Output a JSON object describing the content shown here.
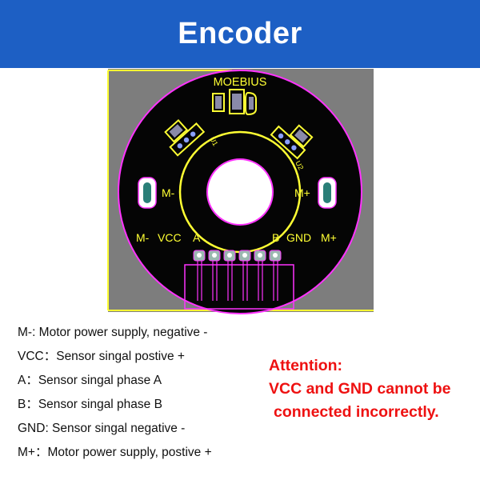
{
  "header": {
    "title": "Encoder"
  },
  "board": {
    "brand": "MOEBIUS",
    "u1": "U1",
    "u2": "U2",
    "motor_neg": "M-",
    "motor_pos": "M+",
    "pin_row": [
      "M-",
      "VCC",
      "A",
      "B",
      "GND",
      "M+"
    ],
    "colors": {
      "board": "#050505",
      "bg": "#7d7d7d",
      "outline": "#ff33ff",
      "silk": "#ffff33",
      "pad": "#9ab8b0"
    }
  },
  "legend": [
    "M-: Motor power supply, negative -",
    "VCC：Sensor singal postive +",
    "A：Sensor singal phase A",
    "B：Sensor singal phase B",
    "GND: Sensor singal negative -",
    "M+：Motor power supply, postive +"
  ],
  "attention": {
    "line1": "Attention:",
    "line2": "VCC and GND cannot be",
    "line3": "connected incorrectly."
  }
}
